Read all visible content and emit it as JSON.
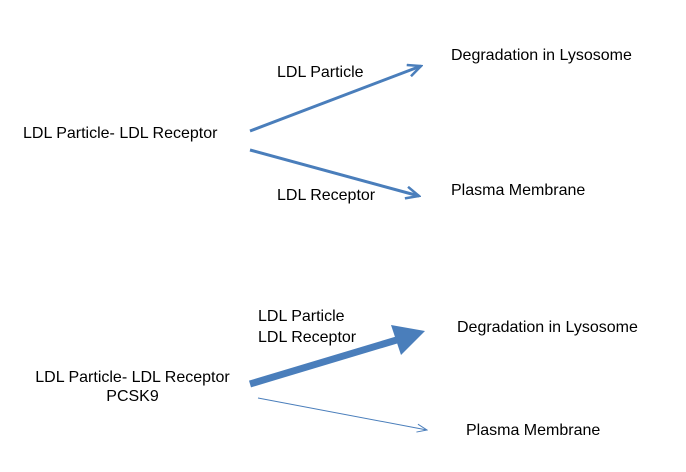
{
  "top": {
    "source": "LDL Particle- LDL Receptor",
    "upper_edge_label": "LDL Particle",
    "lower_edge_label": "LDL Receptor",
    "upper_target": "Degradation in Lysosome",
    "lower_target": "Plasma Membrane"
  },
  "bottom": {
    "source_line1": "LDL Particle- LDL Receptor",
    "source_line2": "PCSK9",
    "edge_label_line1": "LDL Particle",
    "edge_label_line2": "LDL Receptor",
    "upper_target": "Degradation in Lysosome",
    "lower_target": "Plasma Membrane"
  },
  "colors": {
    "arrow": "#4a7ebb"
  }
}
